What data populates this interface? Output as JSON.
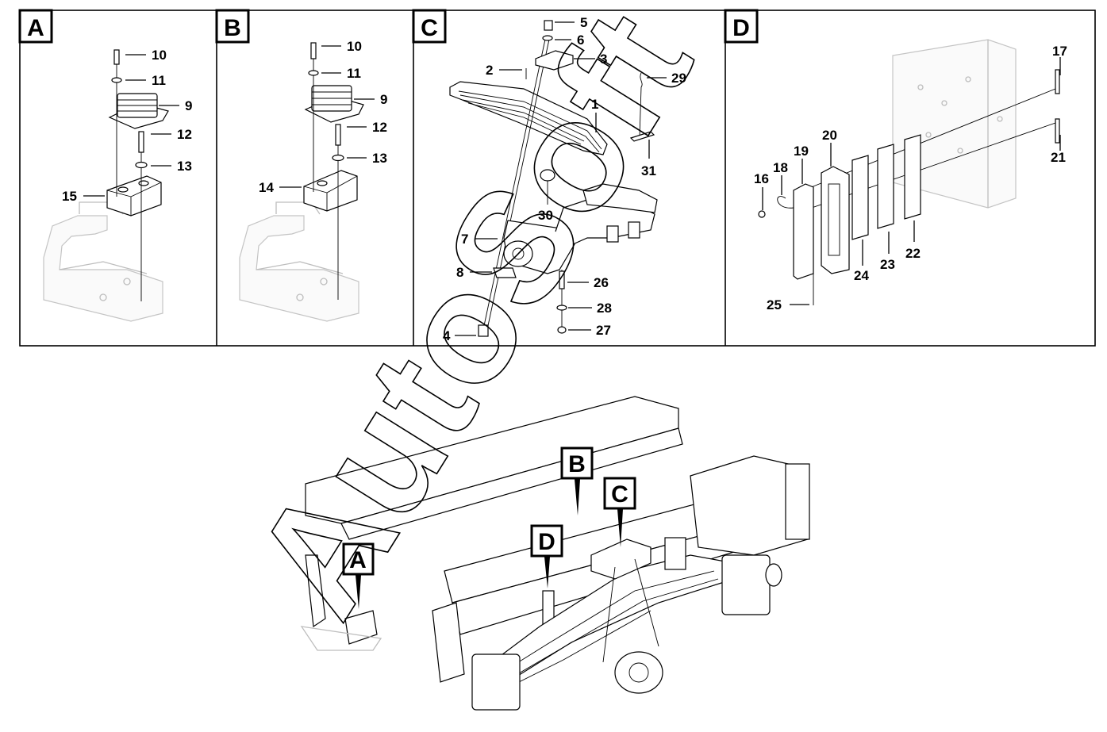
{
  "watermark": "AutoSoft",
  "panels": [
    {
      "id": "panel-a",
      "label": "A",
      "callouts": [
        "10",
        "11",
        "9",
        "12",
        "13",
        "15"
      ]
    },
    {
      "id": "panel-b",
      "label": "B",
      "callouts": [
        "10",
        "11",
        "9",
        "12",
        "13",
        "14"
      ]
    },
    {
      "id": "panel-c",
      "label": "C",
      "callouts": [
        "5",
        "6",
        "3",
        "2",
        "1",
        "29",
        "31",
        "30",
        "7",
        "8",
        "26",
        "28",
        "27",
        "4"
      ]
    },
    {
      "id": "panel-d",
      "label": "D",
      "callouts": [
        "17",
        "21",
        "20",
        "19",
        "18",
        "16",
        "24",
        "23",
        "22",
        "25"
      ]
    }
  ],
  "overview_labels": [
    "A",
    "B",
    "C",
    "D"
  ]
}
